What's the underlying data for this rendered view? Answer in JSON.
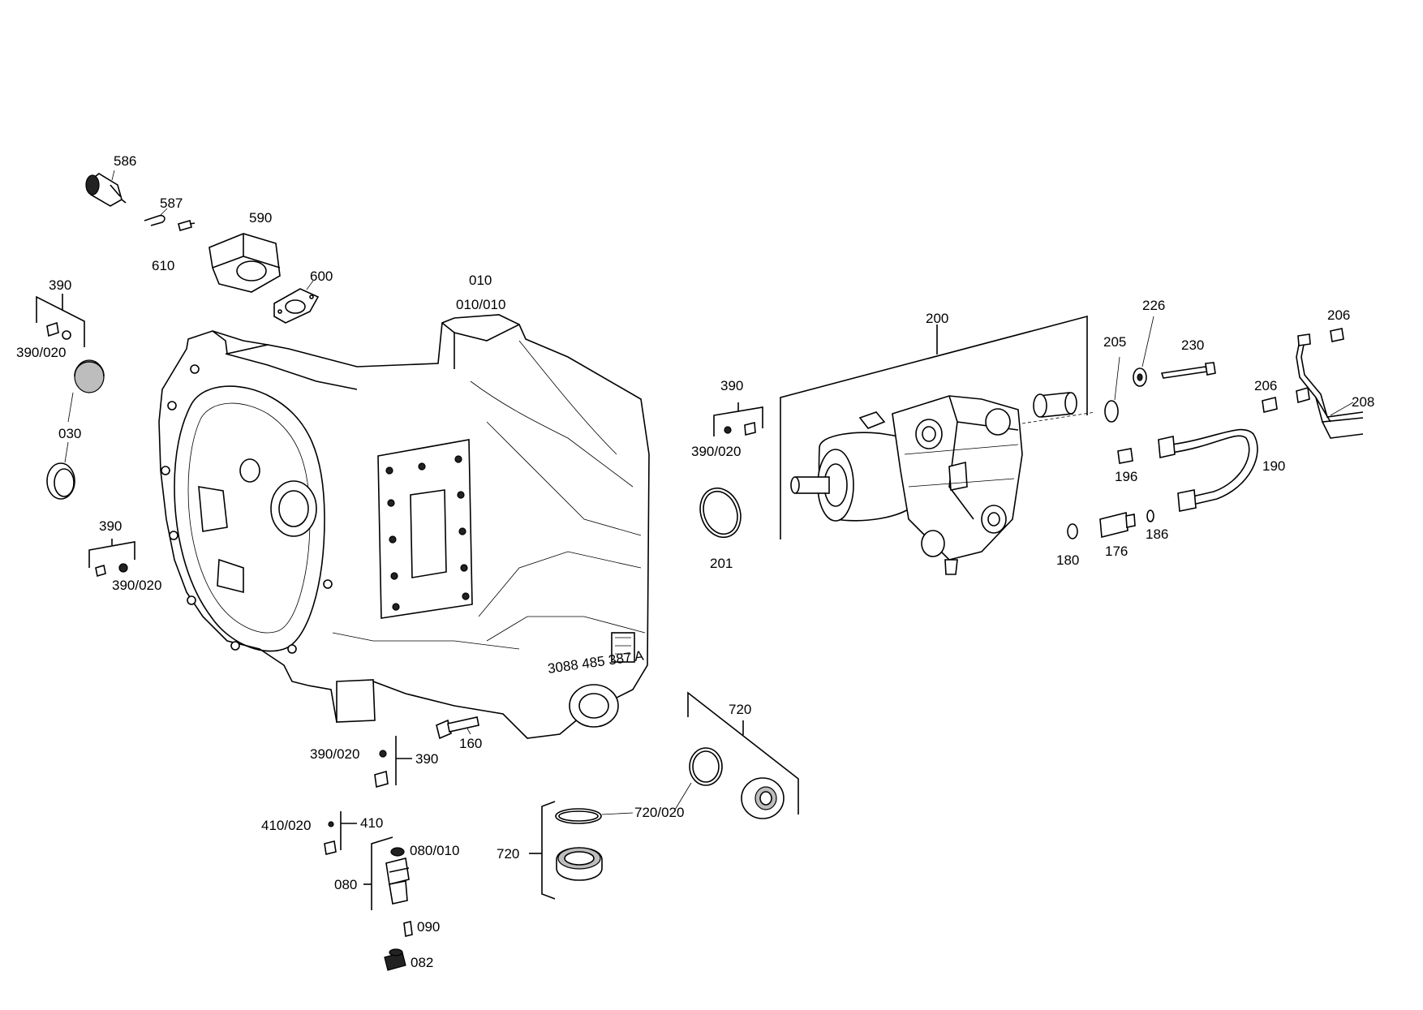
{
  "labels": {
    "p586": "586",
    "p587": "587",
    "p590": "590",
    "p610": "610",
    "p600": "600",
    "p390_a": "390",
    "p390_020_a": "390/020",
    "p030": "030",
    "p390_b": "390",
    "p390_020_b": "390/020",
    "p010": "010",
    "p010_010": "010/010",
    "p200": "200",
    "p390_c": "390",
    "p390_020_c": "390/020",
    "p201": "201",
    "p205": "205",
    "p226": "226",
    "p230": "230",
    "p206_a": "206",
    "p206_b": "206",
    "p208": "208",
    "p196": "196",
    "p190": "190",
    "p180": "180",
    "p176": "176",
    "p186": "186",
    "p160": "160",
    "p390_020_d": "390/020",
    "p390_d": "390",
    "p720_a": "720",
    "p720_020": "720/020",
    "p720_b": "720",
    "p410_020": "410/020",
    "p410": "410",
    "p080_010": "080/010",
    "p080": "080",
    "p090": "090",
    "p082": "082",
    "casting_mark": "3088 485 387 A"
  },
  "icons": {
    "housing": "transmission-housing-icon",
    "steering_valve": "steering-valve-icon"
  }
}
